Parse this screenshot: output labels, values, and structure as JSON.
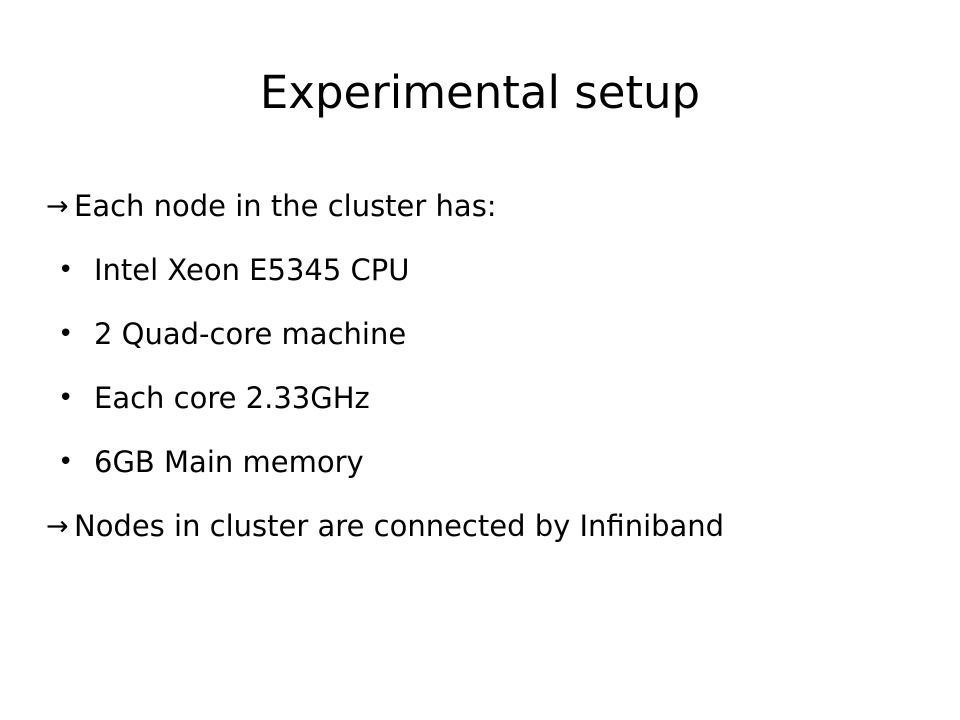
{
  "slide": {
    "title": "Experimental setup",
    "lines": [
      {
        "type": "arrow",
        "marker": "→",
        "text": "Each node in the cluster has:"
      },
      {
        "type": "bullet",
        "marker": "•",
        "text": "Intel Xeon E5345 CPU"
      },
      {
        "type": "bullet",
        "marker": "•",
        "text": "2 Quad-core machine"
      },
      {
        "type": "bullet",
        "marker": "•",
        "text": "Each core 2.33GHz"
      },
      {
        "type": "bullet",
        "marker": "•",
        "text": "6GB Main memory"
      },
      {
        "type": "arrow",
        "marker": "→",
        "text": "Nodes in cluster are connected by Infiniband"
      }
    ]
  },
  "colors": {
    "background": "#ffffff",
    "text": "#000000"
  }
}
